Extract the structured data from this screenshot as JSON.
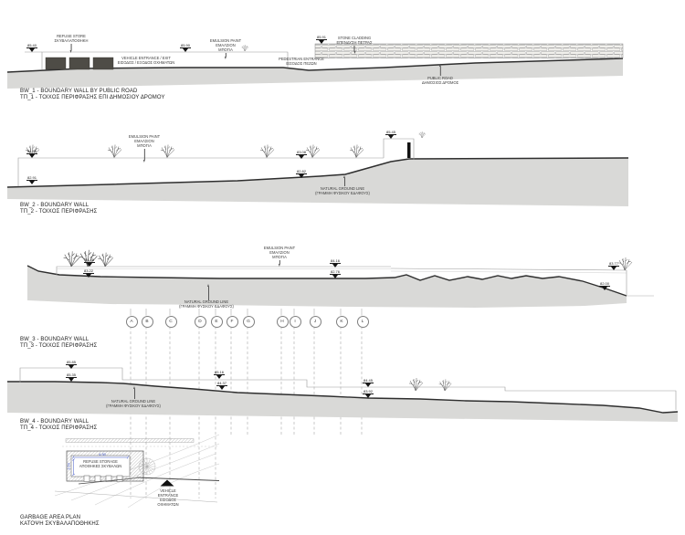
{
  "common": {
    "emulsion_paint": {
      "l1": "EMULSION PAINT",
      "l2": "ΕΜΑΛΣΙΟΝ",
      "l3": "ΜΠΟΓΙΑ"
    },
    "natural_ground": {
      "l1": "NATURAL GROUND LINE",
      "l2": "(ΓΡΑΜΜΗ ΦΥΣΙΚΟΥ ΕΔΑΦΟΥΣ)"
    }
  },
  "bw1": {
    "title": {
      "en": "BW_1 - BOUNDARY WALL BY PUBLIC ROAD",
      "gr": "ΤΠ_1 - ΤΟΙΧΟΣ ΠΕΡΙΦΡΑΣΗΣ ΕΠΙ ΔΗΜΟΣΙΟΥ ΔΡΟΜΟΥ"
    },
    "labels": {
      "refuse_store": {
        "l1": "REFUSE STORE",
        "l2": "ΣΚΥΒΑΛΑΠΟΘΗΚΗ"
      },
      "vehicle_entrance": {
        "l1": "VEHICLE ENTRANCE / EXIT",
        "l2": "ΕΙΣΟΔΟΣ / ΕΞΟΔΟΣ ΟΧΗΜΑΤΩΝ"
      },
      "pedestrian_entrance": {
        "l1": "PEDESTRIAN ENTRANCE",
        "l2": "ΕΙΣΟΔΟΣ ΠΕΖΩΝ"
      },
      "stone_cladding": {
        "l1": "STONE CLADDING",
        "l2": "ΕΠΕΝΔΥΣΗ ΠΕΤΡΑΣ"
      },
      "public_road": {
        "l1": "PUBLIC ROAD",
        "l2": "ΔΗΜΟΣΙΟΣ ΔΡΟΜΟΣ"
      }
    },
    "levels": [
      "85.40",
      "85.90",
      "85.91"
    ]
  },
  "bw2": {
    "title": {
      "en": "BW_2 - BOUNDARY WALL",
      "gr": "ΤΠ_2 - ΤΟΙΧΟΣ ΠΕΡΙΦΡΑΣΗΣ"
    },
    "levels": [
      "84.98",
      "82.91",
      "83.08",
      "82.82",
      "85.45"
    ]
  },
  "bw3": {
    "title": {
      "en": "BW_3 - BOUNDARY WALL",
      "gr": "ΤΠ_3 - ΤΟΙΧΟΣ ΠΕΡΙΦΡΑΣΗΣ"
    },
    "levels": [
      "84.48",
      "83.22",
      "84.16",
      "82.76",
      "83.77",
      "82.00"
    ]
  },
  "bw4": {
    "title": {
      "en": "BW_4 - BOUNDARY WALL",
      "gr": "ΤΠ_4 - ΤΟΙΧΟΣ ΠΕΡΙΦΡΑΣΗΣ"
    },
    "levels": [
      "85.85",
      "85.35",
      "85.16",
      "84.37",
      "84.45",
      "83.92"
    ]
  },
  "grid": {
    "letters": [
      "A",
      "B",
      "C",
      "D",
      "E",
      "F",
      "G",
      "H",
      "I",
      "J",
      "K",
      "L"
    ]
  },
  "plan": {
    "title": {
      "en": "GARBAGE AREA PLAN",
      "gr": "ΚΑΤΟΨΗ ΣΚΥΒΑΛΑΠΟΘΗΚΗΣ"
    },
    "refuse_storage": {
      "l1": "REFUSE STORAGE",
      "l2": "ΑΠΟΘΗΚΕΣ ΣΚΥΒΑΛΩΝ"
    },
    "vehicle_entrance": {
      "l1": "VEHICLE",
      "l2": "ENTRANCE",
      "l3": "ΕΙΣΟΔΟΣ",
      "l4": "ΟΧΗΜΑΤΩΝ"
    },
    "dimensions": {
      "width": "4.50",
      "depth": "1.50"
    }
  },
  "colors": {
    "ground_fill": "#d9d9d7",
    "ground_line": "#2e2e2e",
    "wall_line": "#9a9a9a",
    "dimension_blue": "#3d55c7",
    "marker_black": "#141414"
  }
}
